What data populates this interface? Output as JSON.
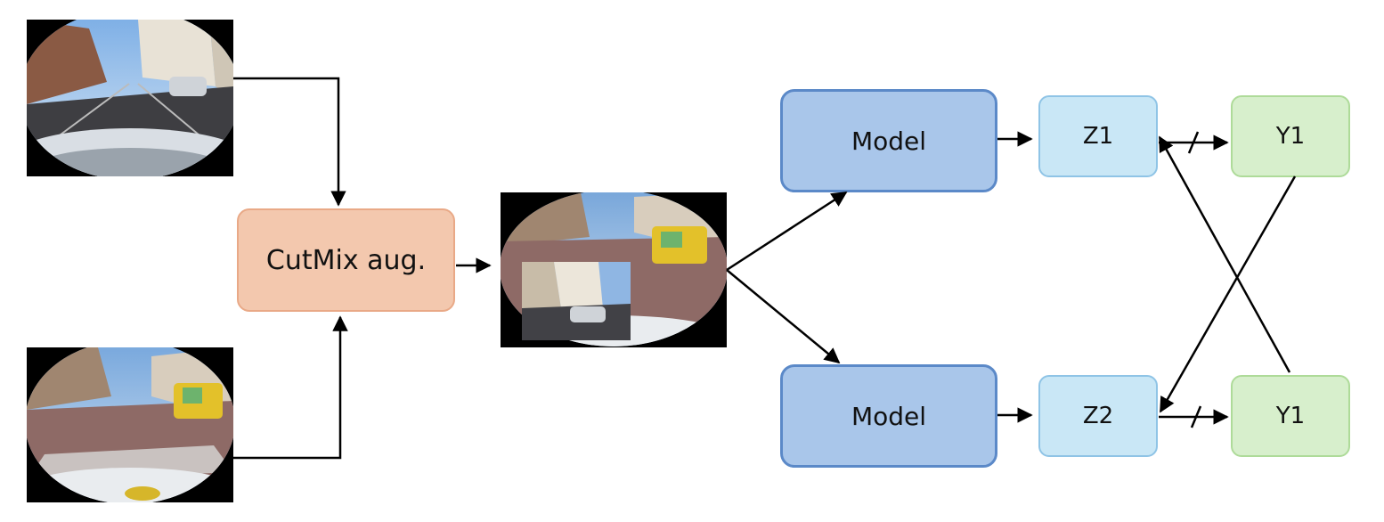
{
  "diagram": {
    "cutmix": {
      "label": "CutMix aug."
    },
    "model_top": {
      "label": "Model"
    },
    "model_bottom": {
      "label": "Model"
    },
    "z1": {
      "label": "Z1"
    },
    "z2": {
      "label": "Z2"
    },
    "y1_top": {
      "label": "Y1"
    },
    "y1_bottom": {
      "label": "Y1"
    }
  },
  "colors": {
    "cutmix_fill": "#f3c8ae",
    "cutmix_border": "#e9a987",
    "model_fill": "#a9c6ea",
    "model_border": "#5b89c8",
    "z_fill": "#c9e7f6",
    "z_border": "#8fc4e6",
    "y_fill": "#d7efcc",
    "y_border": "#aedb99",
    "connector": "#000000"
  }
}
